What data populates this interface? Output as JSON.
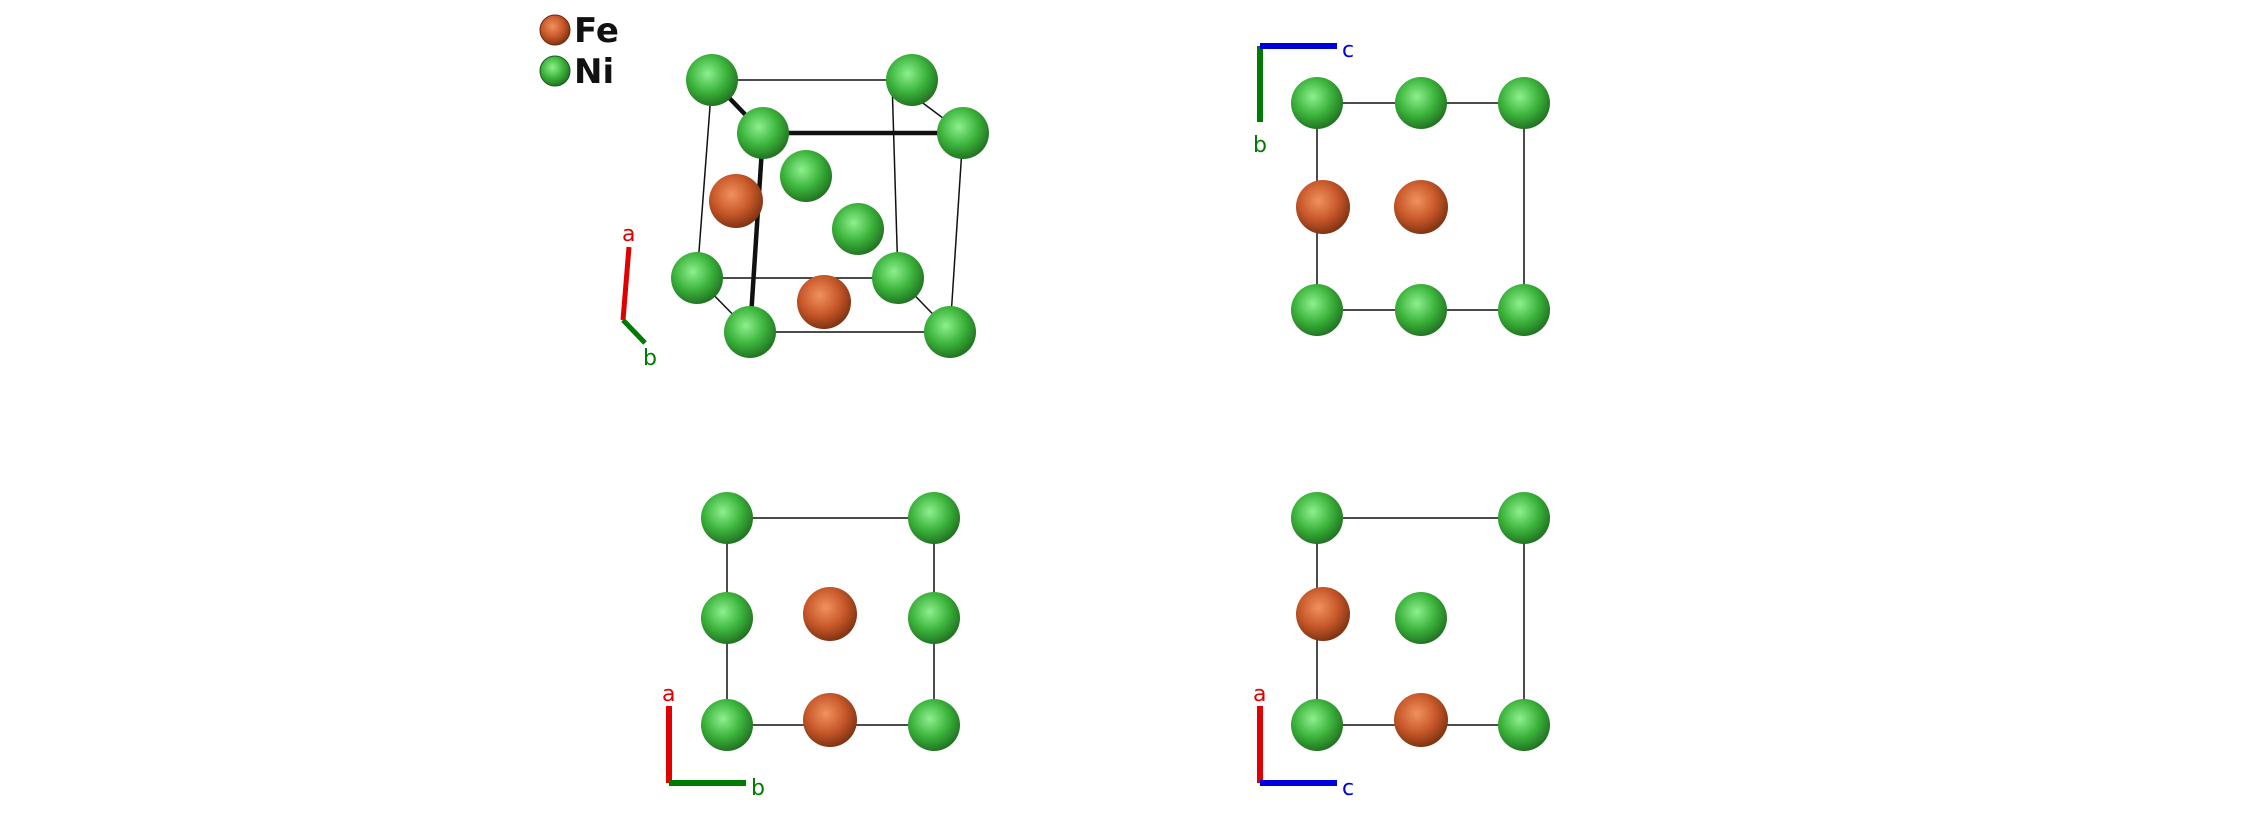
{
  "legend": [
    {
      "label": "Fe",
      "color": "#c8582a"
    },
    {
      "label": "Ni",
      "color": "#3cb43c"
    }
  ],
  "axes": {
    "a": {
      "label": "a",
      "color": "#e00000"
    },
    "b": {
      "label": "b",
      "color": "#007a00"
    },
    "c": {
      "label": "c",
      "color": "#0000dd"
    }
  },
  "views": [
    {
      "name": "perspective",
      "axes": [
        "a",
        "b"
      ]
    },
    {
      "name": "view-bc",
      "axes": [
        "b",
        "c"
      ]
    },
    {
      "name": "view-ab",
      "axes": [
        "a",
        "b"
      ]
    },
    {
      "name": "view-ac",
      "axes": [
        "a",
        "c"
      ]
    }
  ]
}
